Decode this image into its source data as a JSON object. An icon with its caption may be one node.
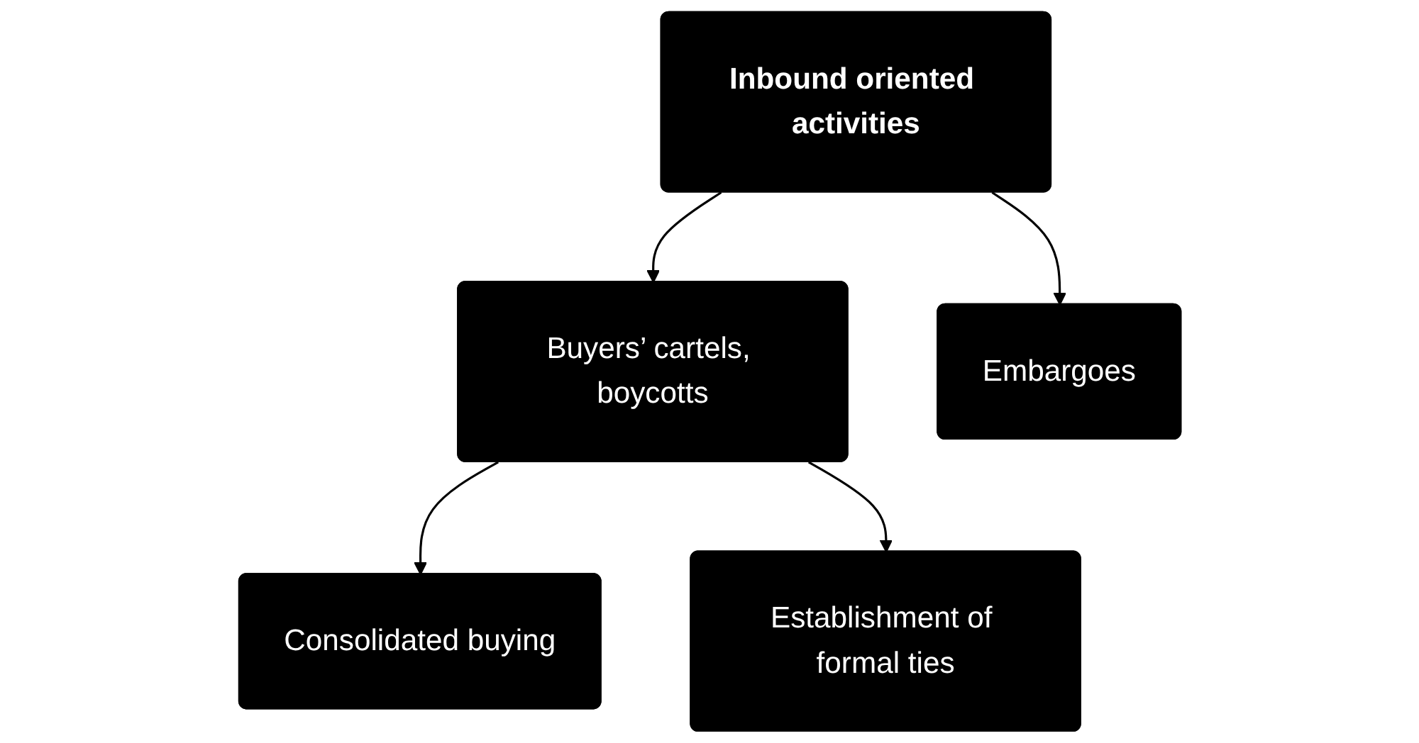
{
  "diagram": {
    "nodes": [
      {
        "text": [
          "Inbound oriented activities"
        ]
      },
      {
        "text": [
          "Buyers’ cartels, boycotts"
        ]
      },
      {
        "text": [
          "Embargoes"
        ]
      },
      {
        "text": [
          "Consolidated buying"
        ]
      },
      {
        "text": [
          "Establishment of formal ties"
        ]
      }
    ],
    "edges": [
      {
        "from": 0,
        "to": 1,
        "arrow": "to"
      },
      {
        "from": 0,
        "to": 2,
        "arrow": "to"
      },
      {
        "from": 1,
        "to": 3,
        "arrow": "to"
      },
      {
        "from": 1,
        "to": 4,
        "arrow": "to"
      }
    ]
  }
}
